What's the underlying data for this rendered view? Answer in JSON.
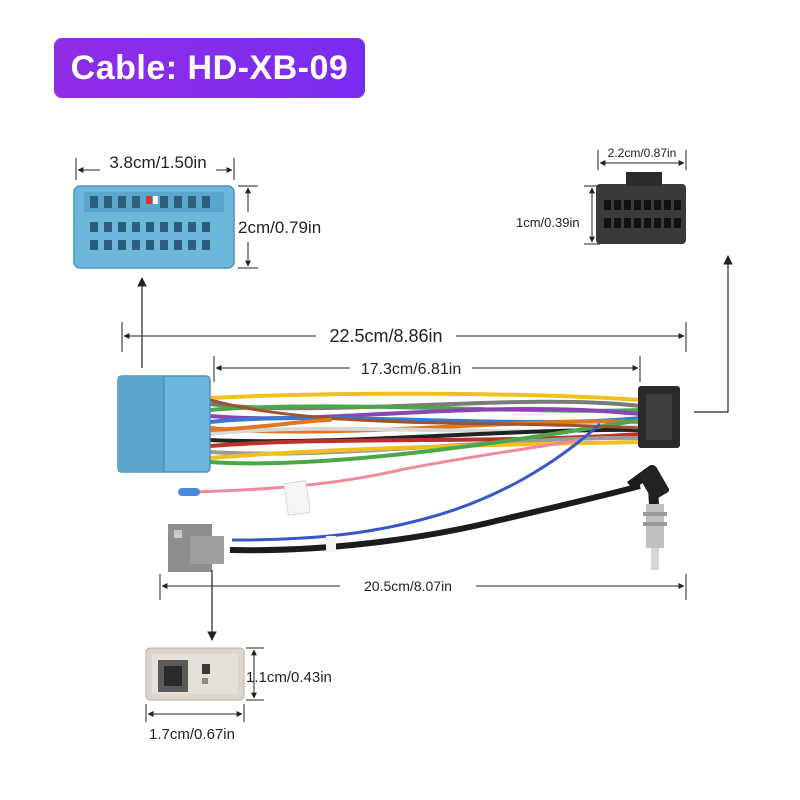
{
  "title": "Cable: HD-XB-09",
  "dimensions": {
    "top_connector_width": "3.8cm/1.50in",
    "top_connector_height": "2cm/0.79in",
    "overall_length": "22.5cm/8.86in",
    "harness_length": "17.3cm/6.81in",
    "iso_plug_width": "2.2cm/0.87in",
    "iso_plug_height": "1cm/0.39in",
    "antenna_length": "20.5cm/8.07in",
    "small_plug_height": "1.1cm/0.43in",
    "small_plug_width": "1.7cm/0.67in"
  },
  "colors": {
    "badge": "#8a2be2",
    "connector_blue": "#6cb7dc",
    "connector_black": "#2a2a2a",
    "connector_gray": "#8e8e8e",
    "plug_beige": "#dcd6cc"
  }
}
